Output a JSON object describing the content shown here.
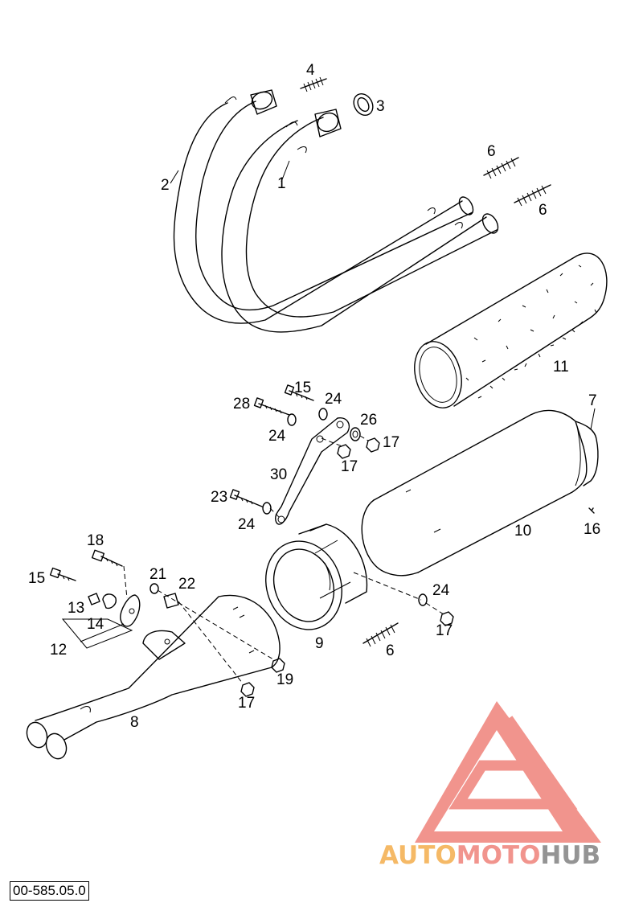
{
  "document": {
    "drawing_code": "00-585.05.0"
  },
  "labels": {
    "p1": "1",
    "p2": "2",
    "p3": "3",
    "p4": "4",
    "p6a": "6",
    "p6b": "6",
    "p6c": "6",
    "p7": "7",
    "p8": "8",
    "p9": "9",
    "p10": "10",
    "p11": "11",
    "p12": "12",
    "p13": "13",
    "p14": "14",
    "p15a": "15",
    "p15b": "15",
    "p16": "16",
    "p17a": "17",
    "p17b": "17",
    "p17c": "17",
    "p17d": "17",
    "p18": "18",
    "p19": "19",
    "p21": "21",
    "p22": "22",
    "p23": "23",
    "p24a": "24",
    "p24b": "24",
    "p24c": "24",
    "p24d": "24",
    "p26": "26",
    "p28": "28",
    "p30": "30"
  },
  "watermark": {
    "brand": "AUTOMOTOHUB",
    "part1": "AUTO",
    "part2": "MOTO",
    "part3": "HUB",
    "colors": {
      "triangle": "#f08c84",
      "orange": "#f5b45a",
      "red": "#f08c84",
      "gray": "#8c8c8c"
    }
  }
}
